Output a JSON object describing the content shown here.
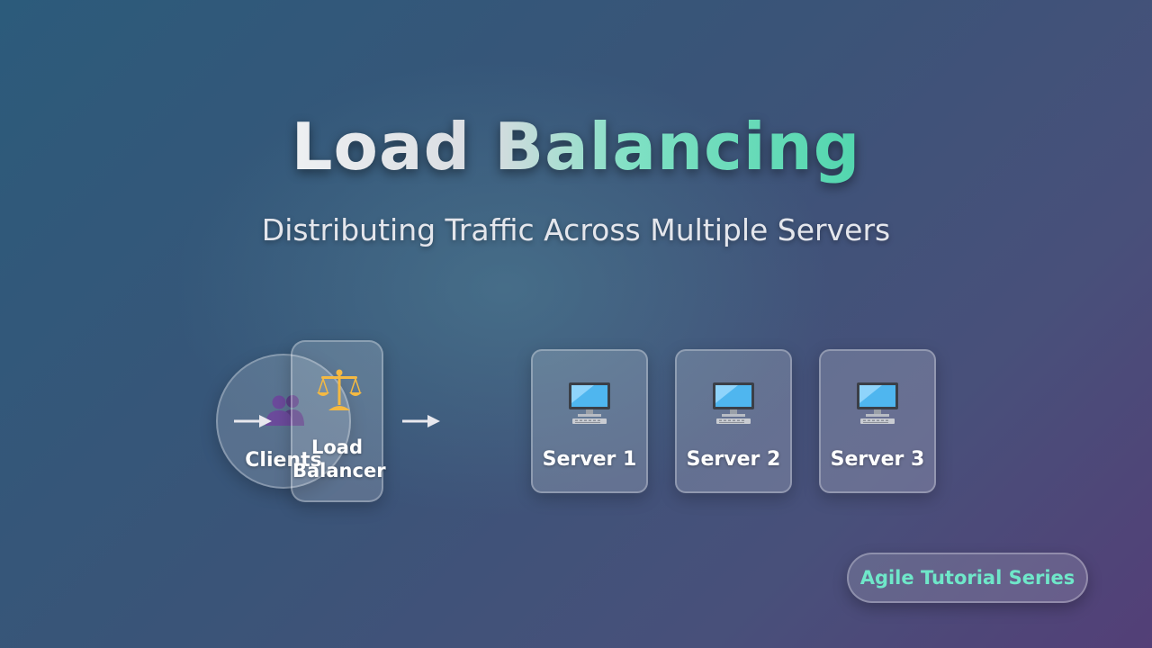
{
  "header": {
    "title": "Load Balancing",
    "subtitle": "Distributing Traffic Across Multiple Servers"
  },
  "diagram": {
    "clients": {
      "label": "Clients",
      "icon": "users-icon"
    },
    "load_balancer": {
      "label_line1": "Load",
      "label_line2": "Balancer",
      "icon": "balance-scale-icon"
    },
    "servers": [
      {
        "label": "Server 1",
        "icon": "desktop-computer-icon"
      },
      {
        "label": "Server 2",
        "icon": "desktop-computer-icon"
      },
      {
        "label": "Server 3",
        "icon": "desktop-computer-icon"
      }
    ]
  },
  "badge": {
    "label": "Agile Tutorial Series"
  },
  "colors": {
    "accent": "#52d6ae",
    "badge_text": "#6fe7c9"
  }
}
